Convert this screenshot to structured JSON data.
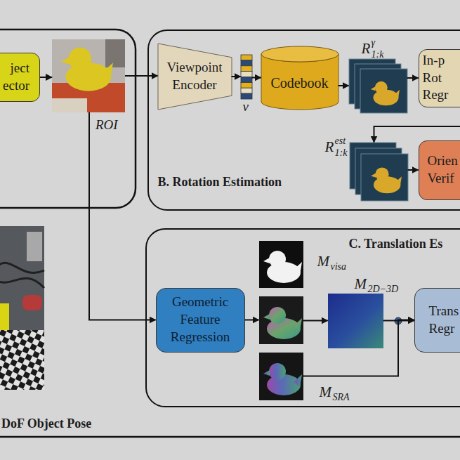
{
  "diagram": {
    "nodes": [
      {
        "text": [
          "ject ector"
        ]
      },
      {
        "text": [
          "ROI"
        ]
      },
      {
        "text": [
          "B. Rotation Estimation"
        ]
      },
      {
        "text": [
          "Viewpoint Encoder"
        ],
        "in": 2
      },
      {
        "text": [
          "v"
        ],
        "in": 2
      },
      {
        "text": [
          "Codebook"
        ],
        "in": 2
      },
      {
        "text": [
          "R",
          "γ",
          "1:k"
        ],
        "in": 2
      },
      {
        "text": [
          "In-p Rot Regr"
        ],
        "in": 2
      },
      {
        "text": [
          "R",
          "est",
          "1:k"
        ],
        "in": 2
      },
      {
        "text": [
          "Orien Verif"
        ],
        "in": 2
      },
      {
        "text": [
          "C. Translation Es"
        ]
      },
      {
        "text": [
          "Geometric Feature Regression"
        ],
        "in": 10
      },
      {
        "text": [
          "M",
          "visa"
        ],
        "in": 10
      },
      {
        "text": [],
        "in": 10
      },
      {
        "text": [
          "M",
          "2D−3D"
        ],
        "in": 10
      },
      {
        "text": [
          "M",
          "SRA"
        ],
        "in": 10
      },
      {
        "text": [
          "Trans Regr"
        ],
        "in": 10
      }
    ],
    "edges": [
      {
        "from": 0,
        "to": 1,
        "arrow": "to"
      },
      {
        "from": 1,
        "to": 3,
        "arrow": "to"
      },
      {
        "from": 3,
        "to": 4,
        "arrow": "to"
      },
      {
        "from": 4,
        "to": 5,
        "arrow": "to"
      },
      {
        "from": 5,
        "to": 6,
        "arrow": "to"
      },
      {
        "from": 6,
        "to": 7,
        "arrow": "to"
      },
      {
        "from": 7,
        "to": 8,
        "arrow": "to"
      },
      {
        "from": 8,
        "to": 9,
        "arrow": "to"
      },
      {
        "from": 1,
        "to": 11,
        "arrow": "to"
      },
      {
        "from": 11,
        "to": 13,
        "arrow": "to"
      },
      {
        "from": 13,
        "to": 14,
        "arrow": "to"
      },
      {
        "from": 14,
        "to": 16,
        "arrow": "to"
      },
      {
        "from": 15,
        "to": 16,
        "arrow": "to"
      }
    ],
    "labels": [
      "DoF Object Pose"
    ]
  }
}
